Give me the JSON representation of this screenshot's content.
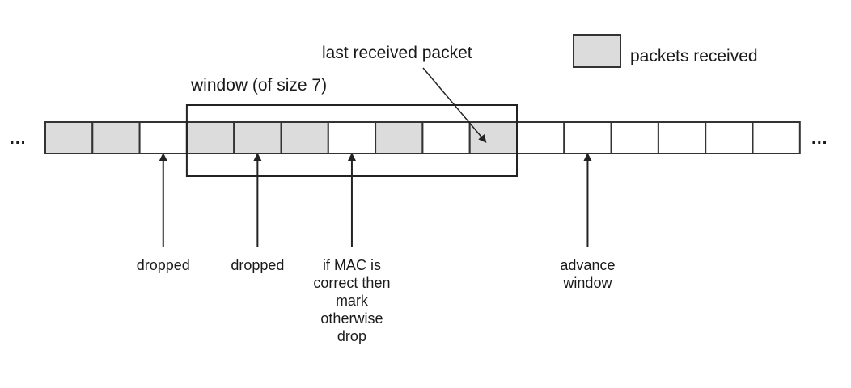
{
  "legend": {
    "label": "packets received",
    "swatch_color": "#dcdcdc"
  },
  "labels": {
    "last_received": "last received packet",
    "window": "window (of size 7)",
    "ellipsis_left": "...",
    "ellipsis_right": "..."
  },
  "colors": {
    "received": "#dcdcdc",
    "empty": "#ffffff",
    "stroke": "#333333"
  },
  "packets": [
    {
      "received": true
    },
    {
      "received": true
    },
    {
      "received": false
    },
    {
      "received": true
    },
    {
      "received": true
    },
    {
      "received": true
    },
    {
      "received": false
    },
    {
      "received": true
    },
    {
      "received": false
    },
    {
      "received": true
    },
    {
      "received": false
    },
    {
      "received": false
    },
    {
      "received": false
    },
    {
      "received": false
    },
    {
      "received": false
    },
    {
      "received": false
    }
  ],
  "window": {
    "start_index": 3,
    "size": 7
  },
  "last_received_index": 9,
  "annotations": [
    {
      "packet_index": 2,
      "lines": [
        "dropped"
      ]
    },
    {
      "packet_index": 4,
      "lines": [
        "dropped"
      ]
    },
    {
      "packet_index": 6,
      "lines": [
        "if MAC is",
        "correct then",
        "mark",
        "otherwise",
        "drop"
      ]
    },
    {
      "packet_index": 11,
      "lines": [
        "advance",
        "window"
      ]
    }
  ]
}
